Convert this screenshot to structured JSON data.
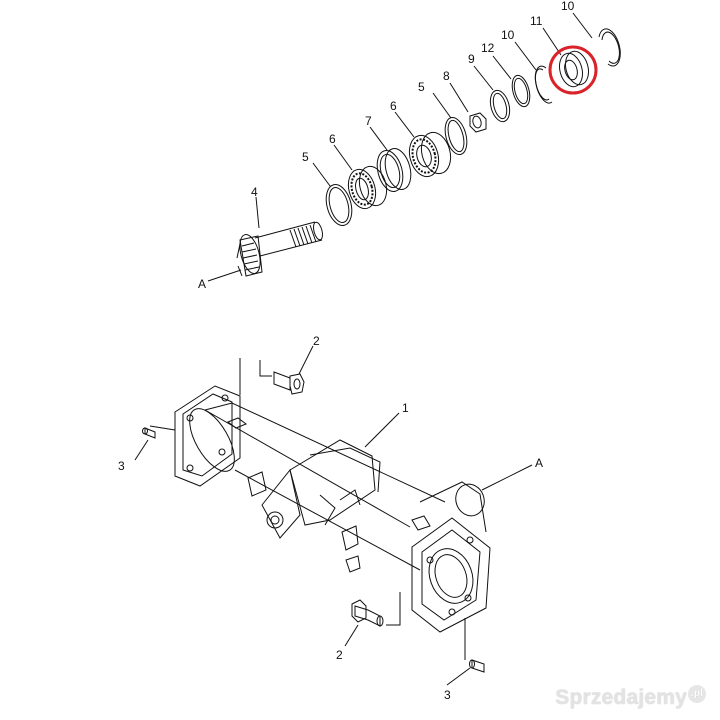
{
  "diagram": {
    "callouts": {
      "gear_shaft": "4",
      "gear_end": "A",
      "snap_ring_a": "5",
      "bearing_a": "6",
      "spacer": "7",
      "bearing_b": "6",
      "snap_ring_b": "5",
      "nut": "8",
      "lock_washer": "9",
      "shim": "12",
      "seal_ring_a": "10",
      "seal_highlighted": "11",
      "seal_ring_b": "10",
      "housing": "1",
      "housing_end": "A",
      "bolt_top": "2",
      "bolt_bottom": "2",
      "pin_left": "3",
      "pin_bottom": "3"
    },
    "highlight_color": "#d9222a",
    "line_color": "#111111"
  },
  "watermark": {
    "text": "Sprzedajemy",
    "suffix": ".pl"
  }
}
